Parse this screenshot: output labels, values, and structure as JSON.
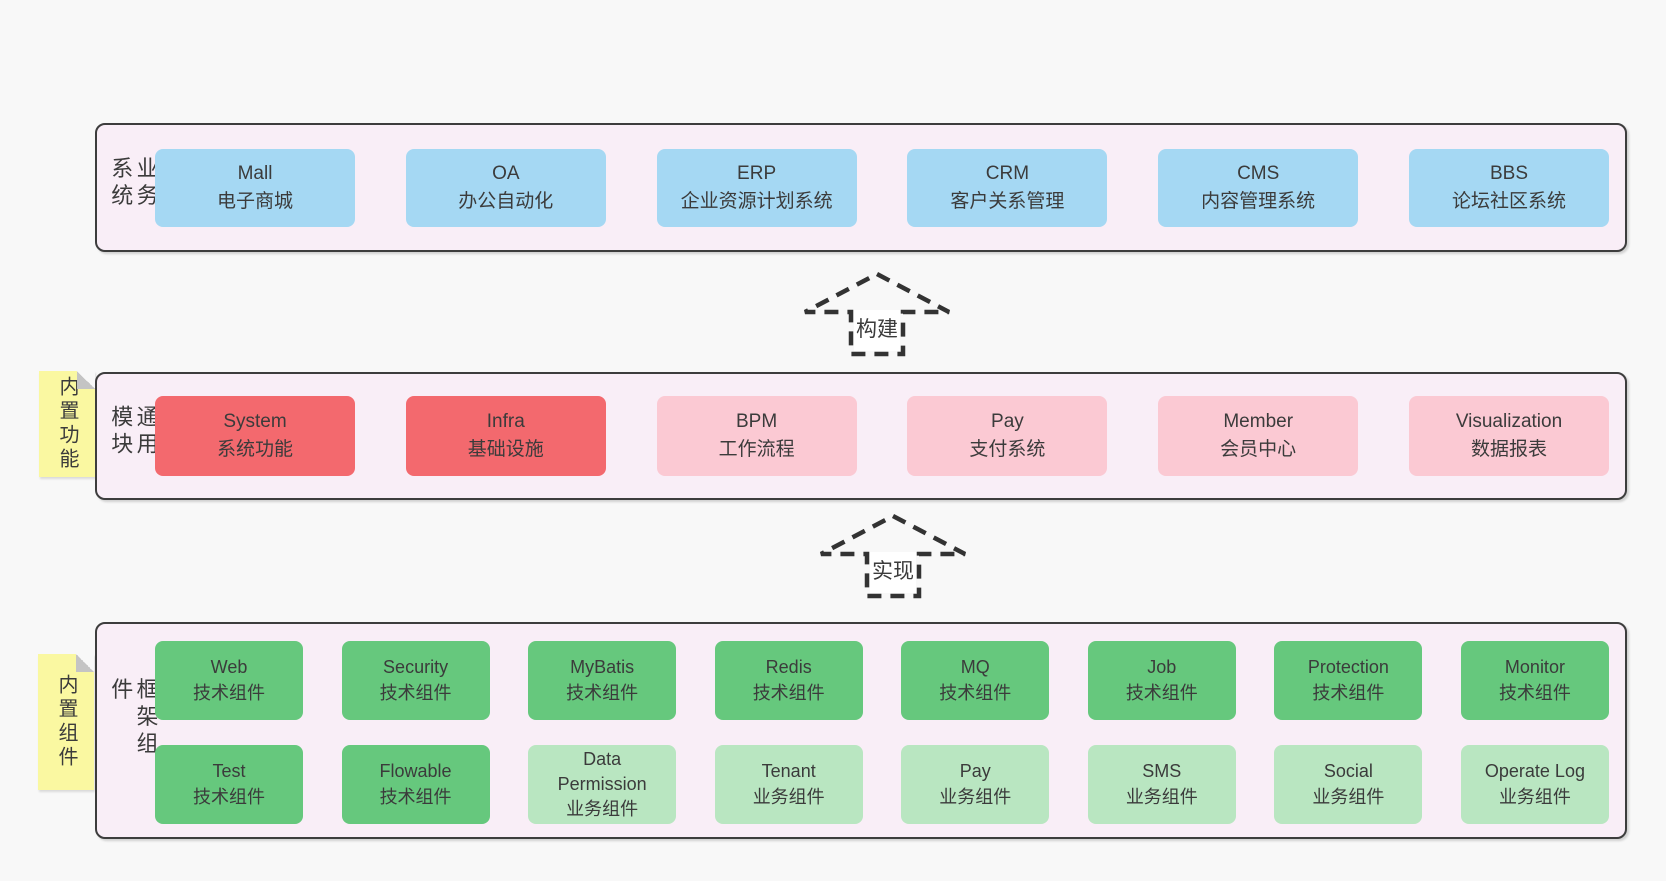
{
  "colors": {
    "page_bg": "#f8f8f8",
    "band_bg": "#f9eef7",
    "band_border": "#3d3d3d",
    "blue": "#a5d8f3",
    "red": "#f3696e",
    "pink": "#fbc9d3",
    "green_dark": "#66c87d",
    "green_light": "#b9e6c1",
    "sticky_yellow": "#faf8a1",
    "fold_gray": "#c4c4c4",
    "text_dark": "#3b3b3b",
    "arrow_color": "#333333"
  },
  "arrows": [
    {
      "label": "构建"
    },
    {
      "label": "实现"
    }
  ],
  "bands": [
    {
      "label": "业务系统",
      "boxes": [
        {
          "title": "Mall",
          "subtitle": "电子商城"
        },
        {
          "title": "OA",
          "subtitle": "办公自动化"
        },
        {
          "title": "ERP",
          "subtitle": "企业资源计划系统"
        },
        {
          "title": "CRM",
          "subtitle": "客户关系管理"
        },
        {
          "title": "CMS",
          "subtitle": "内容管理系统"
        },
        {
          "title": "BBS",
          "subtitle": "论坛社区系统"
        }
      ]
    },
    {
      "label": "通用模块",
      "sticky": "内置功能",
      "boxes": [
        {
          "title": "System",
          "subtitle": "系统功能"
        },
        {
          "title": "Infra",
          "subtitle": "基础设施"
        },
        {
          "title": "BPM",
          "subtitle": "工作流程"
        },
        {
          "title": "Pay",
          "subtitle": "支付系统"
        },
        {
          "title": "Member",
          "subtitle": "会员中心"
        },
        {
          "title": "Visualization",
          "subtitle": "数据报表"
        }
      ]
    },
    {
      "label": "框架组件",
      "sticky": "内置组件",
      "rows": [
        [
          {
            "title": "Web",
            "subtitle": "技术组件"
          },
          {
            "title": "Security",
            "subtitle": "技术组件"
          },
          {
            "title": "MyBatis",
            "subtitle": "技术组件"
          },
          {
            "title": "Redis",
            "subtitle": "技术组件"
          },
          {
            "title": "MQ",
            "subtitle": "技术组件"
          },
          {
            "title": "Job",
            "subtitle": "技术组件"
          },
          {
            "title": "Protection",
            "subtitle": "技术组件"
          },
          {
            "title": "Monitor",
            "subtitle": "技术组件"
          }
        ],
        [
          {
            "title": "Test",
            "subtitle": "技术组件"
          },
          {
            "title": "Flowable",
            "subtitle": "技术组件"
          },
          {
            "title": "Data Permission",
            "subtitle": "业务组件"
          },
          {
            "title": "Tenant",
            "subtitle": "业务组件"
          },
          {
            "title": "Pay",
            "subtitle": "业务组件"
          },
          {
            "title": "SMS",
            "subtitle": "业务组件"
          },
          {
            "title": "Social",
            "subtitle": "业务组件"
          },
          {
            "title": "Operate Log",
            "subtitle": "业务组件"
          }
        ]
      ]
    }
  ]
}
